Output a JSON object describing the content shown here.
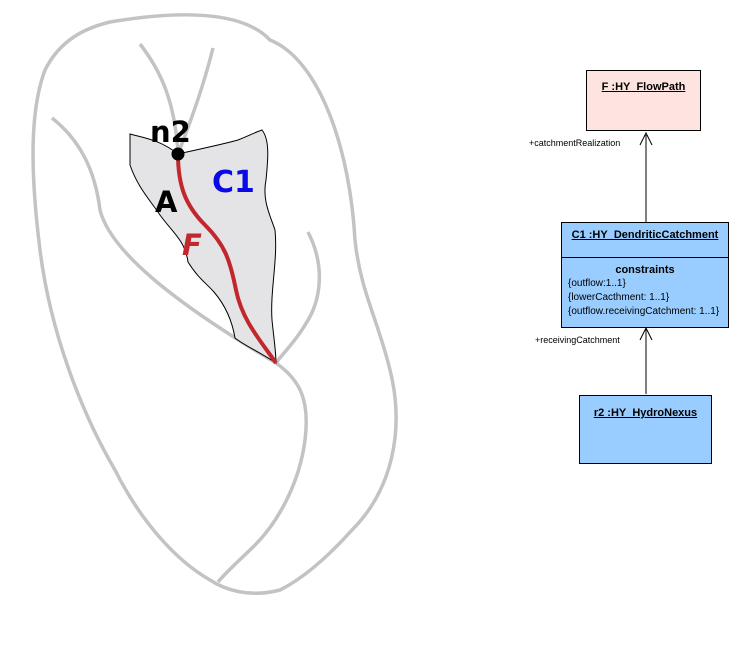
{
  "map": {
    "labels": {
      "node": "n2",
      "area": "A",
      "catchment": "C1",
      "flowpath": "F"
    },
    "colors": {
      "outline": "#c3c3c3",
      "catchment_fill": "#e4e4e6",
      "flowpath": "#c1272d",
      "catchment_label": "#0a0ae6",
      "flowpath_label": "#c1272d",
      "text": "#000000"
    }
  },
  "uml": {
    "flowpath": {
      "title": "F :HY_FlowPath",
      "fill": "#fde4e1"
    },
    "catchment": {
      "title": "C1 :HY_DendriticCatchment",
      "section": "constraints",
      "constraints": [
        "{outflow:1..1}",
        "{lowerCacthment: 1..1}",
        "{outflow.receivingCatchment: 1..1}"
      ],
      "fill": "#99ccff"
    },
    "nexus": {
      "title": "r2 :HY_HydroNexus",
      "fill": "#99ccff"
    },
    "roles": {
      "upper": "+catchmentRealization",
      "lower": "+receivingCatchment"
    }
  }
}
